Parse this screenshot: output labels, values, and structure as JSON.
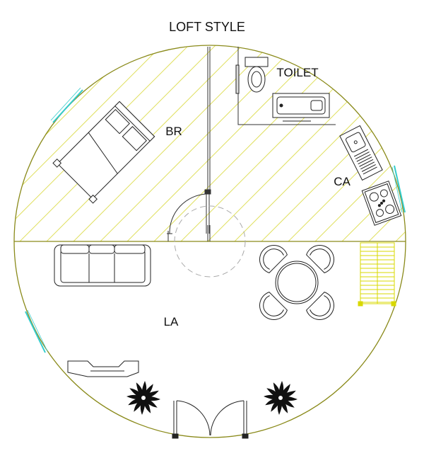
{
  "plan": {
    "title": "LOFT STYLE",
    "rooms": {
      "bedroom": "BR",
      "toilet": "TOILET",
      "kitchen": "CA",
      "living": "LA"
    }
  },
  "colors": {
    "wall": "#8a8a1a",
    "hatch": "#e0e060",
    "stair": "#d8d800",
    "window": "#33cccc",
    "furniture": "#222222",
    "partition": "#333333"
  }
}
